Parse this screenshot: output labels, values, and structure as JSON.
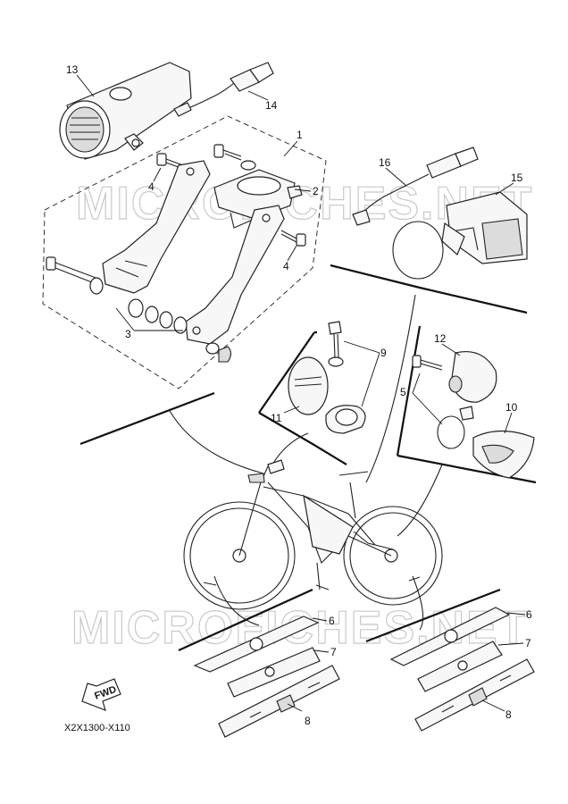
{
  "watermark": "MICROFICHES.NET",
  "diagram_code": "X2X1300-X110",
  "fwd_label": "FWD",
  "callouts": {
    "c1": "1",
    "c2": "2",
    "c3": "3",
    "c4a": "4",
    "c4b": "4",
    "c5": "5",
    "c6a": "6",
    "c6b": "6",
    "c7a": "7",
    "c7b": "7",
    "c8a": "8",
    "c8b": "8",
    "c9": "9",
    "c10": "10",
    "c11": "11",
    "c12": "12",
    "c13": "13",
    "c14": "14",
    "c15": "15",
    "c16": "16"
  }
}
